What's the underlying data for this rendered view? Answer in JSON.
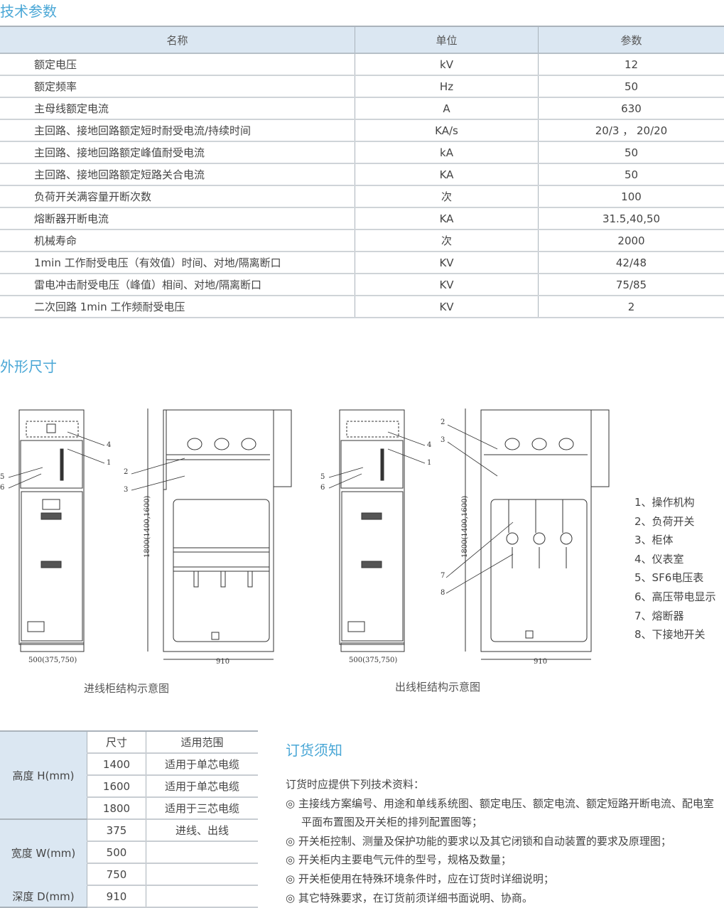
{
  "spec": {
    "title": "技术参数",
    "headers": [
      "名称",
      "单位",
      "参数"
    ],
    "rows": [
      [
        "额定电压",
        "kV",
        "12"
      ],
      [
        "额定频率",
        "Hz",
        "50"
      ],
      [
        "主母线额定电流",
        "A",
        "630"
      ],
      [
        "主回路、接地回路额定短时耐受电流/持续时间",
        "KA/s",
        "20/3  ，  20/20"
      ],
      [
        "主回路、接地回路额定峰值耐受电流",
        "kA",
        "50"
      ],
      [
        "主回路、接地回路额定短路关合电流",
        "KA",
        "50"
      ],
      [
        "负荷开关满容量开断次数",
        "次",
        "100"
      ],
      [
        "熔断器开断电流",
        "KA",
        "31.5,40,50"
      ],
      [
        "机械寿命",
        "次",
        "2000"
      ],
      [
        "1min 工作耐受电压（有效值）时间、对地/隔离断口",
        "KV",
        "42/48"
      ],
      [
        "雷电冲击耐受电压（峰值）相间、对地/隔离断口",
        "KV",
        "75/85"
      ],
      [
        "二次回路 1min 工作频耐受电压",
        "KV",
        "2"
      ]
    ]
  },
  "outline": {
    "title": "外形尺寸",
    "incoming_caption": "进线柜结构示意图",
    "outgoing_caption": "出线柜结构示意图",
    "front_width_dim": "500(375,750)",
    "side_width_dim": "910",
    "height_dim": "1800(1400,1600)",
    "callouts": [
      "1",
      "2",
      "3",
      "4",
      "5",
      "6",
      "7",
      "8"
    ],
    "legend": [
      "1、操作机构",
      "2、负荷开关",
      "3、柜体",
      "4、仪表室",
      "5、SF6电压表",
      "6、高压带电显示",
      "7、熔断器",
      "8、下接地开关"
    ]
  },
  "dims": {
    "headers": [
      "尺寸",
      "适用范围"
    ],
    "height_label": "高度 H(mm)",
    "width_label": "宽度  W(mm)",
    "depth_label": "深度  D(mm)",
    "rows": [
      [
        "1400",
        "适用于单芯电缆"
      ],
      [
        "1600",
        "适用于单芯电缆"
      ],
      [
        "1800",
        "适用于三芯电缆"
      ],
      [
        "375",
        "进线、出线"
      ],
      [
        "500",
        ""
      ],
      [
        "750",
        ""
      ],
      [
        "910",
        ""
      ]
    ]
  },
  "order": {
    "title": "订货须知",
    "intro": "订货时应提供下列技术资料：",
    "items": [
      "◎ 主接线方案编号、用途和单线系统图、额定电压、额定电流、额定短路开断电流、配电室平面布置图及开关柜的排列配置图等；",
      "◎ 开关柜控制、测量及保护功能的要求以及其它闭锁和自动装置的要求及原理图；",
      "◎ 开关柜内主要电气元件的型号，规格及数量；",
      "◎ 开关柜使用在特殊环境条件时，应在订货时详细说明；",
      "◎ 其它特殊要求，在订货前须详细书面说明、协商。"
    ]
  }
}
